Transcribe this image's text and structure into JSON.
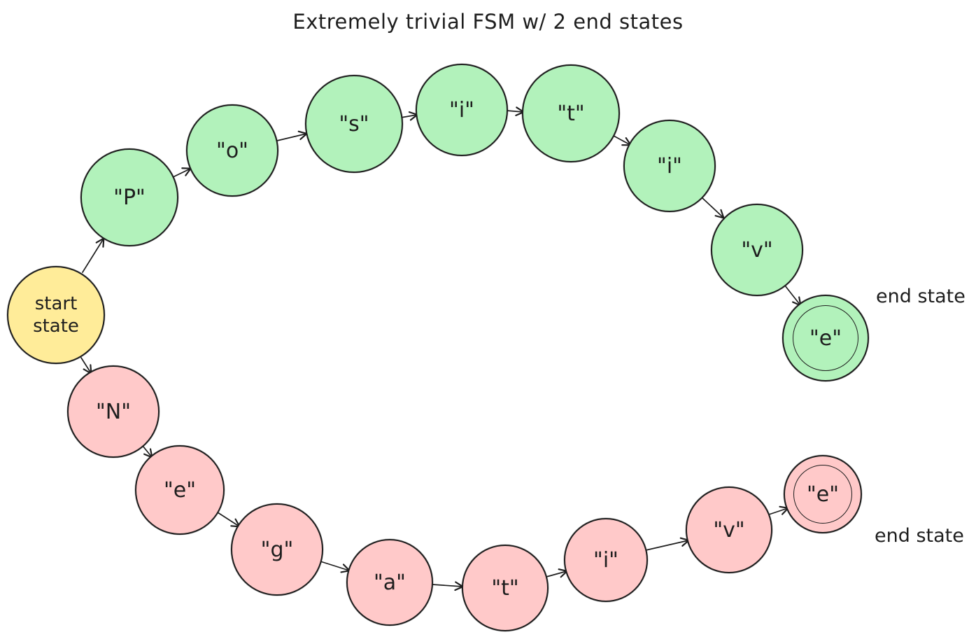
{
  "title": "Extremely trivial FSM w/ 2 end states",
  "colors": {
    "stroke": "#1e1e1e",
    "start_fill": "#ffec99",
    "positive_fill": "#b2f2bb",
    "negative_fill": "#ffc9c9"
  },
  "start_state": {
    "label": "start state"
  },
  "positive_branch": {
    "states": [
      {
        "label": "\"P\""
      },
      {
        "label": "\"o\""
      },
      {
        "label": "\"s\""
      },
      {
        "label": "\"i\""
      },
      {
        "label": "\"t\""
      },
      {
        "label": "\"i\""
      },
      {
        "label": "\"v\""
      },
      {
        "label": "\"e\"",
        "end_state": true
      }
    ],
    "end_state_label": "end state"
  },
  "negative_branch": {
    "states": [
      {
        "label": "\"N\""
      },
      {
        "label": "\"e\""
      },
      {
        "label": "\"g\""
      },
      {
        "label": "\"a\""
      },
      {
        "label": "\"t\""
      },
      {
        "label": "\"i\""
      },
      {
        "label": "\"v\""
      },
      {
        "label": "\"e\"",
        "end_state": true
      }
    ],
    "end_state_label": "end state"
  }
}
